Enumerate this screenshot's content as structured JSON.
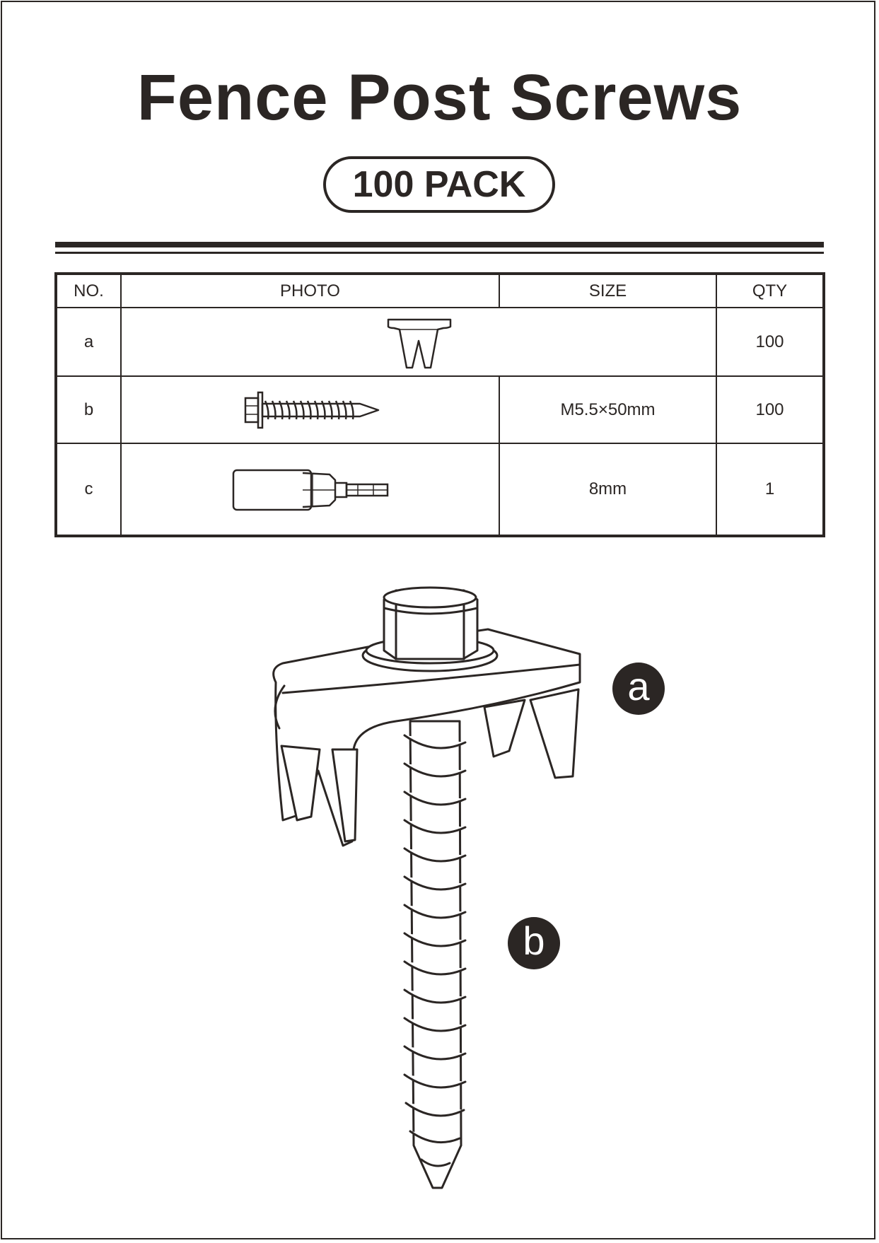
{
  "title": "Fence Post Screws",
  "pack_label": "100 PACK",
  "table": {
    "headers": {
      "no": "NO.",
      "photo": "PHOTO",
      "size": "SIZE",
      "qty": "QTY"
    },
    "rows": [
      {
        "no": "a",
        "size": "",
        "qty": "100",
        "icon": "bracket-icon"
      },
      {
        "no": "b",
        "size": "M5.5×50mm",
        "qty": "100",
        "icon": "screw-icon"
      },
      {
        "no": "c",
        "size": "8mm",
        "qty": "1",
        "icon": "socket-bit-icon"
      }
    ]
  },
  "illustration": {
    "icon": "assembled-bracket-screw-icon",
    "callouts": [
      "a",
      "b"
    ]
  },
  "colors": {
    "ink": "#2b2624",
    "paper": "#ffffff"
  }
}
